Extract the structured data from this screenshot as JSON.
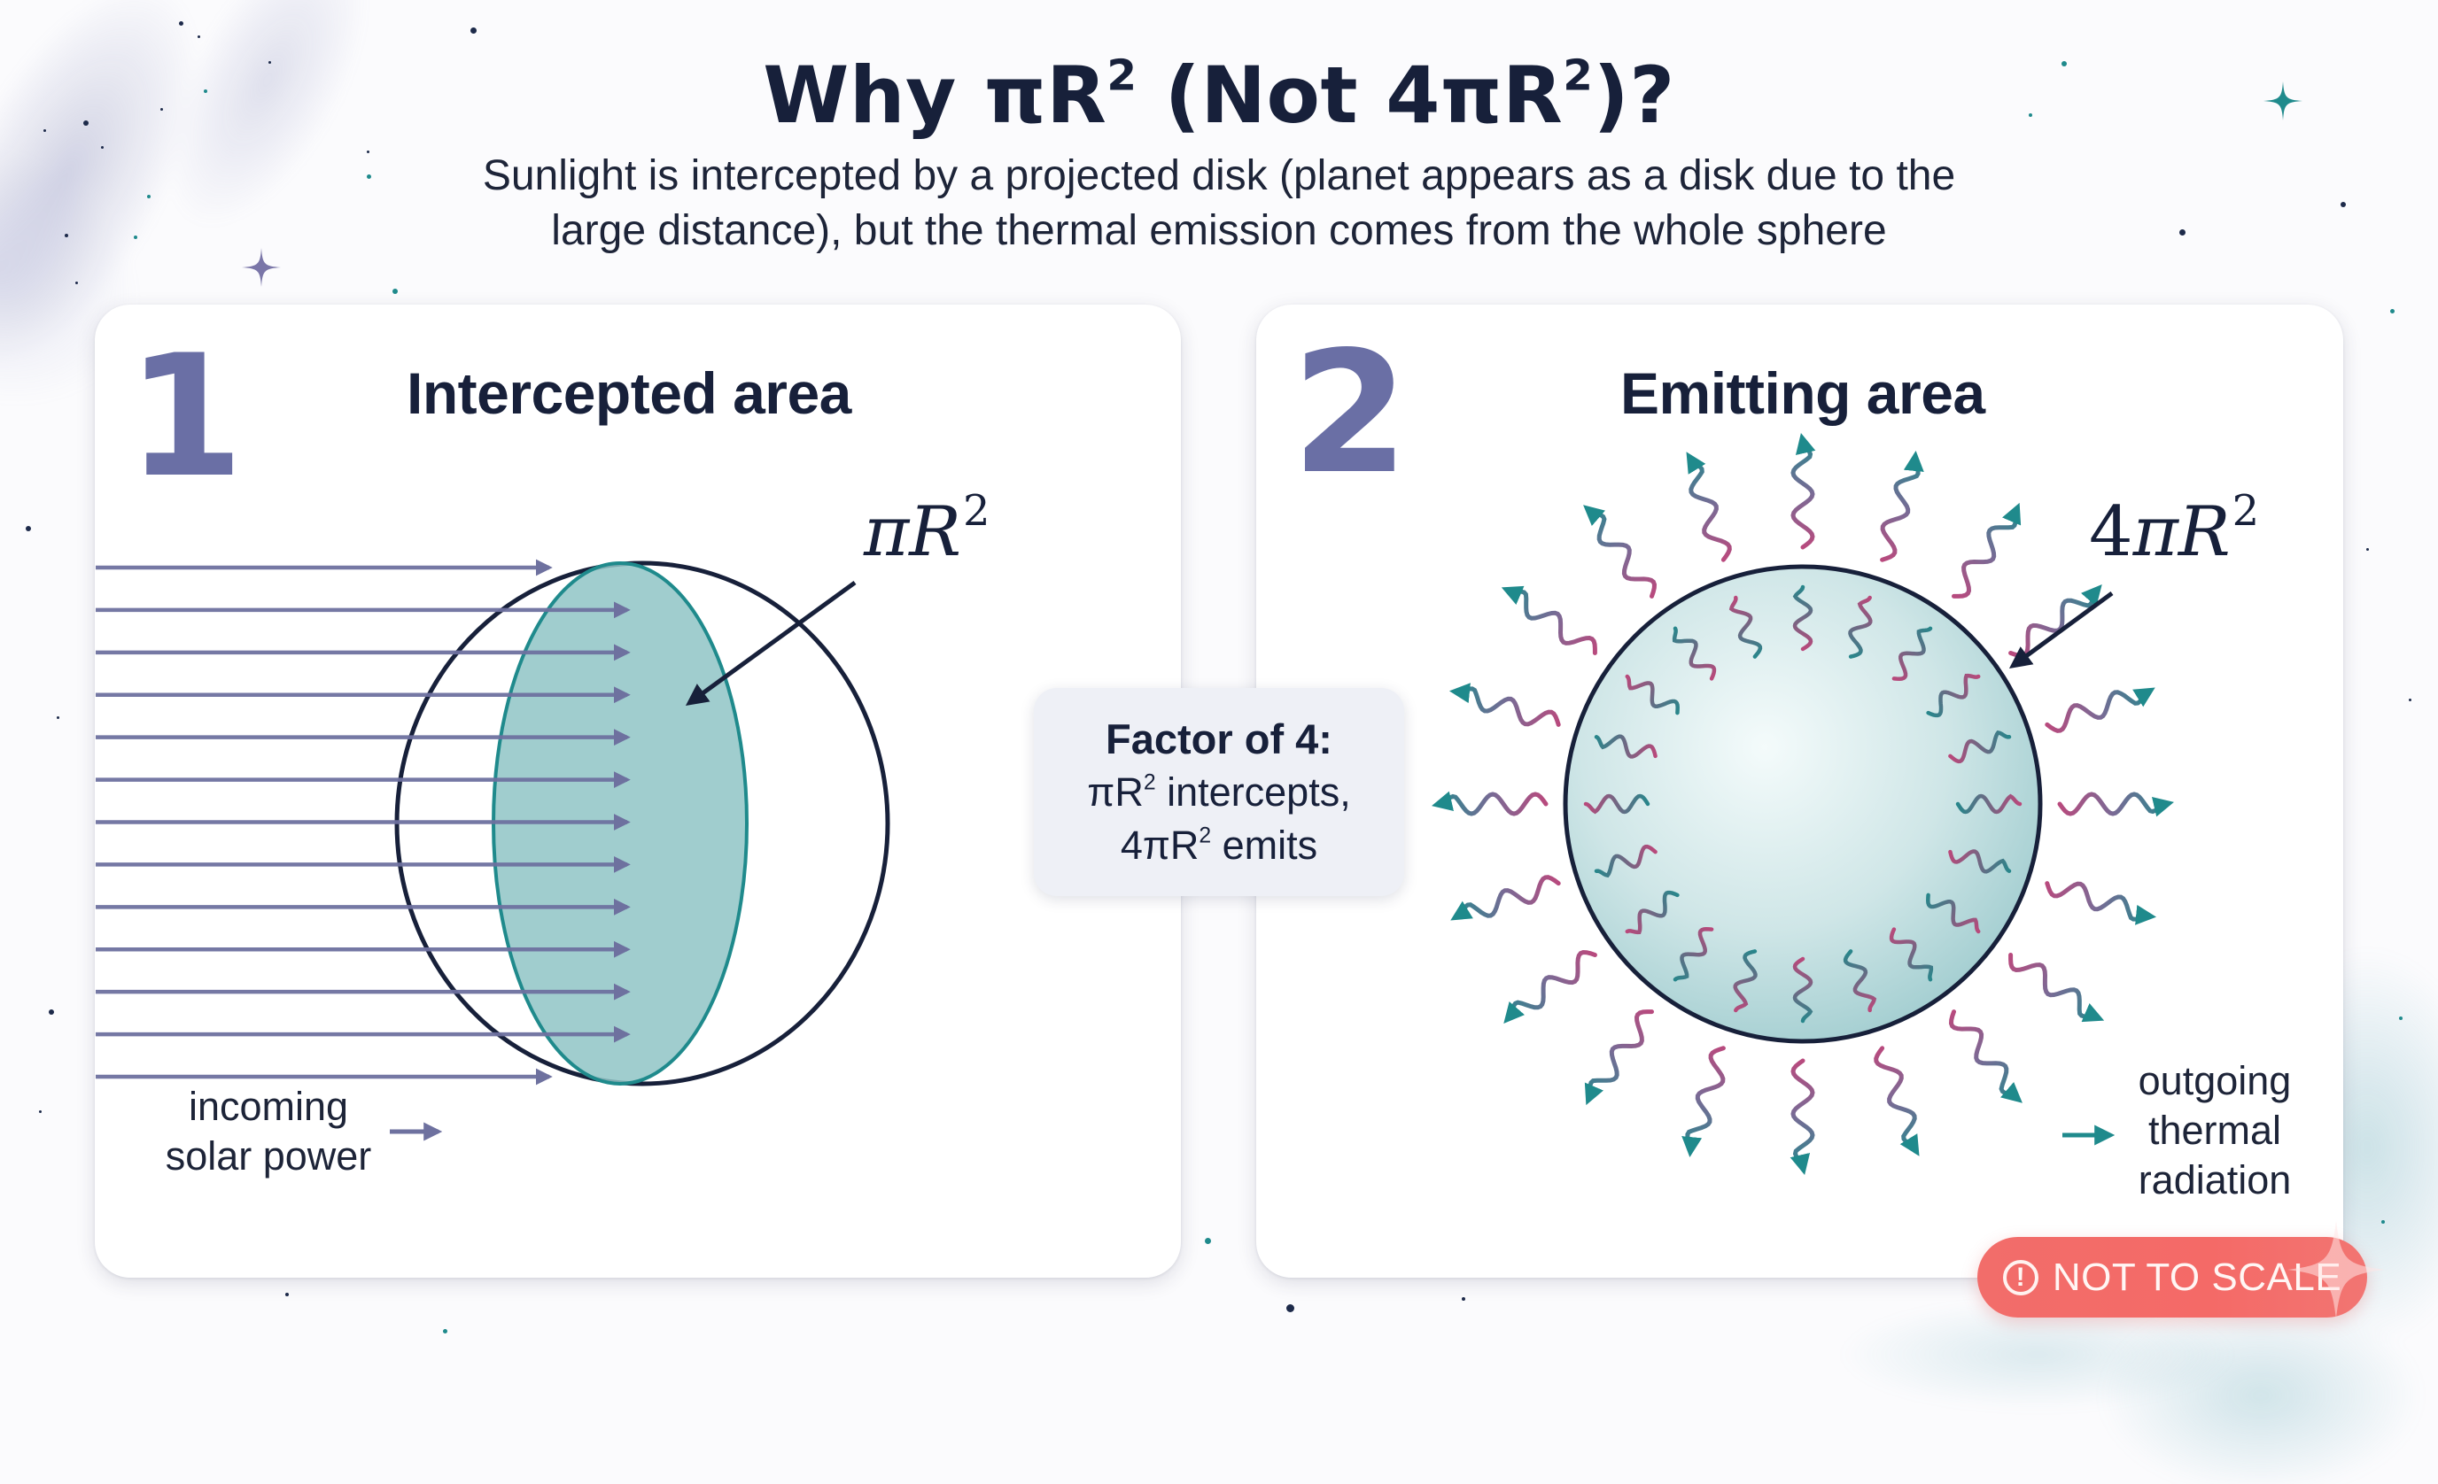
{
  "header": {
    "title_prefix": "Why πR",
    "title_sup1": "2",
    "title_mid": " (Not 4πR",
    "title_sup2": "2",
    "title_suffix": ")?",
    "subtitle_line1": "Sunlight is intercepted by a projected disk (planet appears as a disk due to the",
    "subtitle_line2": "large distance), but the thermal emission comes from the whole sphere"
  },
  "panels": [
    {
      "number": "1",
      "title": "Intercepted area",
      "formula_base": "πR",
      "formula_sup": "2",
      "legend_line1": "incoming",
      "legend_line2": "solar power",
      "arrow_count": 13
    },
    {
      "number": "2",
      "title": "Emitting area",
      "formula_coef": "4",
      "formula_base": "πR",
      "formula_sup": "2",
      "legend_line1": "outgoing",
      "legend_line2": "thermal",
      "legend_line3": "radiation",
      "outer_wave_count": 20,
      "inner_wave_count": 20
    }
  ],
  "factor_box": {
    "title": "Factor of 4:",
    "line1_base": "πR",
    "line1_sup": "2",
    "line1_rest": " intercepts,",
    "line2_base": "4πR",
    "line2_sup": "2",
    "line2_rest": " emits"
  },
  "badge": {
    "icon": "exclamation-circle-icon",
    "label": "NOT TO SCALE"
  },
  "colors": {
    "ink": "#17203a",
    "accent_purple": "#6a6fa5",
    "solar_arrow": "#6e719f",
    "teal": "#1f8a8c",
    "teal_fill": "#8fc4c6",
    "magenta": "#c2457a",
    "badge_red": "#f26d6a",
    "card_bg": "#ffffff",
    "factor_bg": "#eef0f6"
  }
}
